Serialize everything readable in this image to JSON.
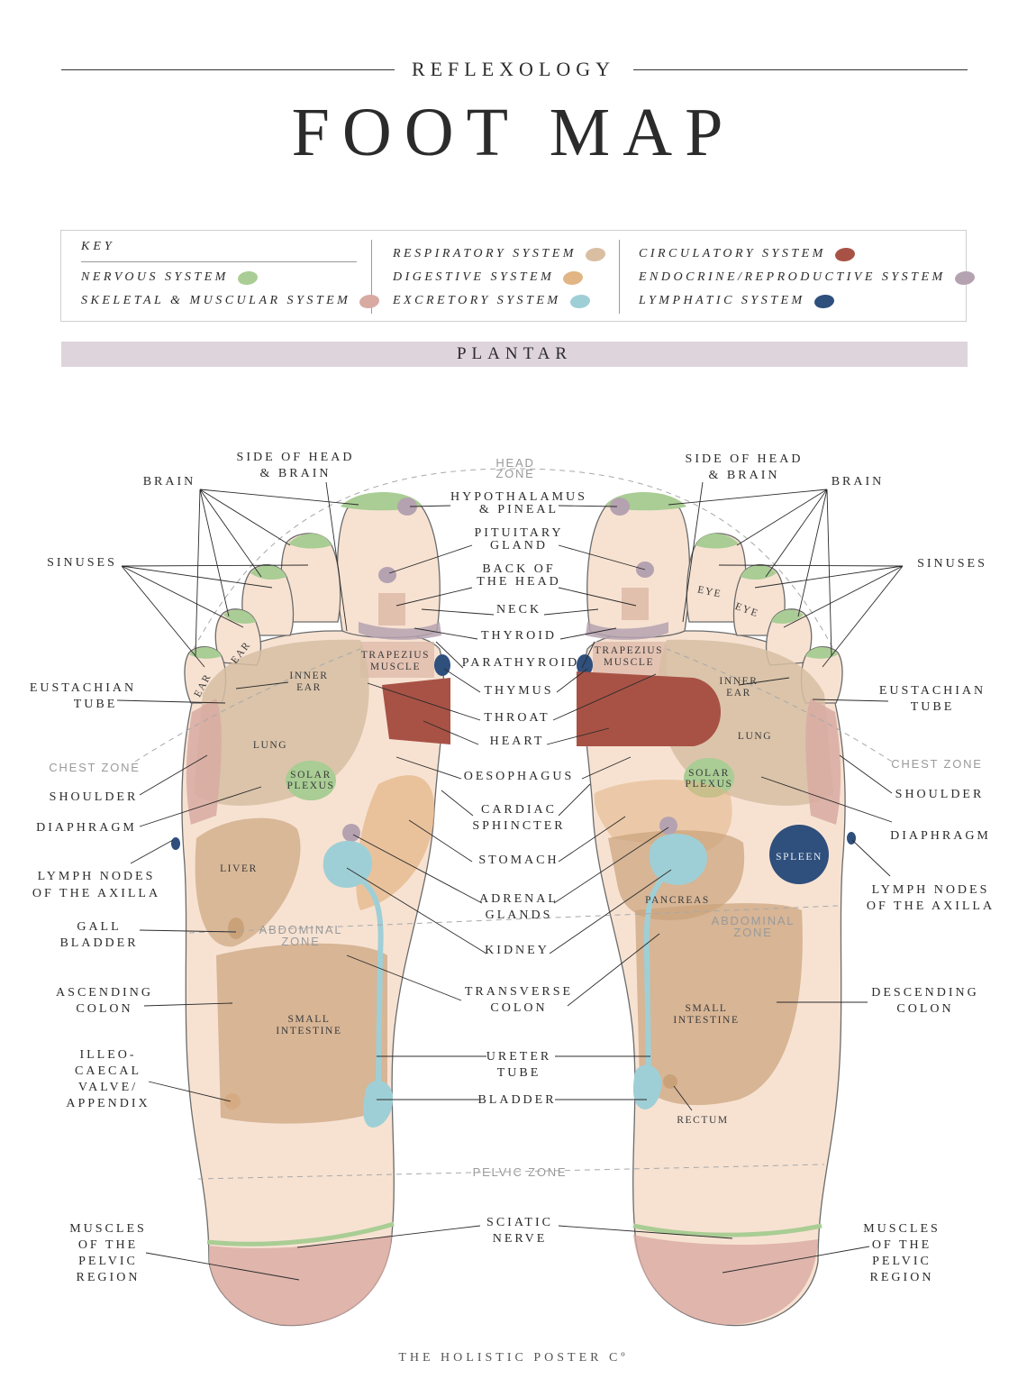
{
  "header": {
    "subtitle": "REFLEXOLOGY",
    "title": "FOOT MAP"
  },
  "key": {
    "title": "KEY",
    "items": [
      {
        "label": "NERVOUS SYSTEM",
        "color": "#a9cd94"
      },
      {
        "label": "SKELETAL & MUSCULAR SYSTEM",
        "color": "#d8aaa2"
      },
      {
        "label": "RESPIRATORY SYSTEM",
        "color": "#d9bea2"
      },
      {
        "label": "DIGESTIVE SYSTEM",
        "color": "#e2b585"
      },
      {
        "label": "EXCRETORY SYSTEM",
        "color": "#9fcfd6"
      },
      {
        "label": "CIRCULATORY SYSTEM",
        "color": "#a85245"
      },
      {
        "label": "ENDOCRINE/REPRODUCTIVE SYSTEM",
        "color": "#b5a2b0"
      },
      {
        "label": "LYMPHATIC SYSTEM",
        "color": "#2f4f7c"
      }
    ]
  },
  "section": {
    "label": "PLANTAR"
  },
  "zones": {
    "head": [
      "HEAD",
      "ZONE"
    ],
    "chest": "CHEST ZONE",
    "abdominal": [
      "ABDOMINAL",
      "ZONE"
    ],
    "pelvic": "PELVIC ZONE"
  },
  "labels": {
    "brain": "BRAIN",
    "side_head": [
      "SIDE OF HEAD",
      "& BRAIN"
    ],
    "sinuses": "SINUSES",
    "hypothalamus": [
      "HYPOTHALAMUS",
      "& PINEAL"
    ],
    "pituitary": [
      "PITUITARY",
      "GLAND"
    ],
    "back_head": [
      "BACK OF",
      "THE HEAD"
    ],
    "neck": "NECK",
    "thyroid": "THYROID",
    "parathyroid": "PARATHYROID",
    "thymus": "THYMUS",
    "throat": "THROAT",
    "heart": "HEART",
    "oesophagus": "OESOPHAGUS",
    "cardiac": [
      "CARDIAC",
      "SPHINCTER"
    ],
    "stomach": "STOMACH",
    "adrenal": [
      "ADRENAL",
      "GLANDS"
    ],
    "kidney": "KIDNEY",
    "transverse": [
      "TRANSVERSE",
      "COLON"
    ],
    "ureter": [
      "URETER",
      "TUBE"
    ],
    "bladder": "BLADDER",
    "sciatic": [
      "SCIATIC",
      "NERVE"
    ],
    "eustachian": [
      "EUSTACHIAN",
      "TUBE"
    ],
    "shoulder": "SHOULDER",
    "diaphragm": "DIAPHRAGM",
    "lymph": [
      "LYMPH NODES",
      "OF THE AXILLA"
    ],
    "gall": [
      "GALL",
      "BLADDER"
    ],
    "ascending": [
      "ASCENDING",
      "COLON"
    ],
    "illeo": [
      "ILLEO-",
      "CAECAL",
      "VALVE/",
      "APPENDIX"
    ],
    "muscles_pelvic": [
      "MUSCLES",
      "OF THE",
      "PELVIC",
      "REGION"
    ],
    "descending": [
      "DESCENDING",
      "COLON"
    ]
  },
  "in_foot": {
    "ear": "EAR",
    "eye": "EYE",
    "trapezius": [
      "TRAPEZIUS",
      "MUSCLE"
    ],
    "inner_ear": [
      "INNER",
      "EAR"
    ],
    "lung": "LUNG",
    "solar": [
      "SOLAR",
      "PLEXUS"
    ],
    "liver": "LIVER",
    "small_intestine": [
      "SMALL",
      "INTESTINE"
    ],
    "spleen": "SPLEEN",
    "pancreas": "PANCREAS",
    "rectum": "RECTUM"
  },
  "footer": "THE HOLISTIC POSTER Cº"
}
